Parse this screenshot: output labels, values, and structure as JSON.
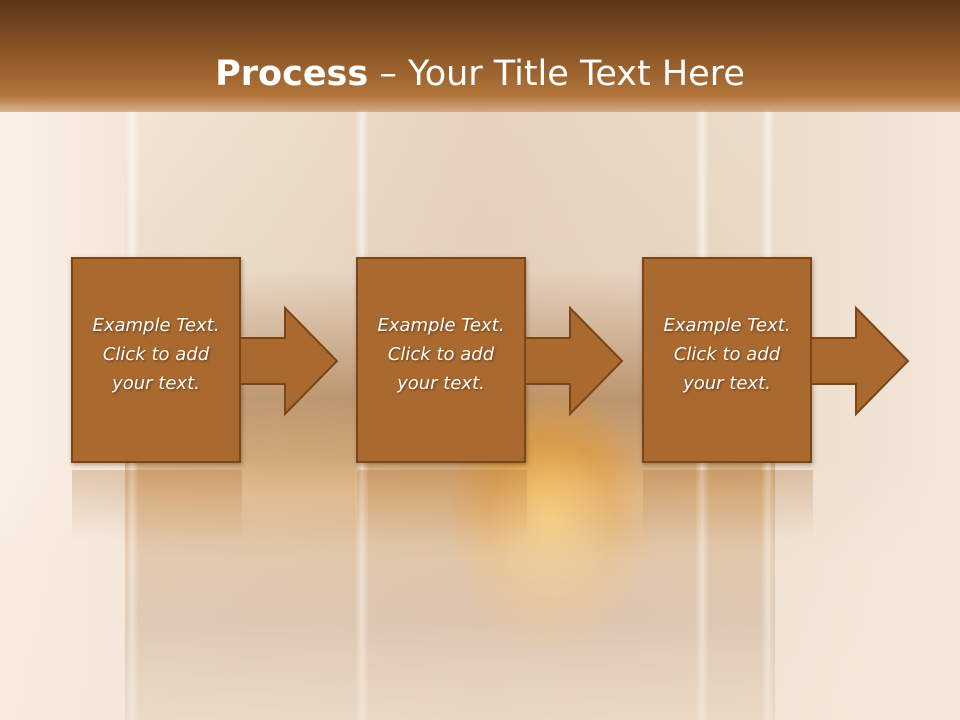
{
  "slide": {
    "title_bold": "Process",
    "title_rest": " – Your Title Text Here"
  },
  "steps": [
    {
      "line1": "Example Text.",
      "line2": "Click  to add",
      "line3": "your text."
    },
    {
      "line1": "Example Text.",
      "line2": "Click  to add",
      "line3": "your text."
    },
    {
      "line1": "Example Text.",
      "line2": "Click  to add",
      "line3": "your text."
    }
  ],
  "colors": {
    "box_fill": "#a9692f",
    "box_border": "#7a4618",
    "title_bar": "#8a5426",
    "text": "#ffffff"
  }
}
